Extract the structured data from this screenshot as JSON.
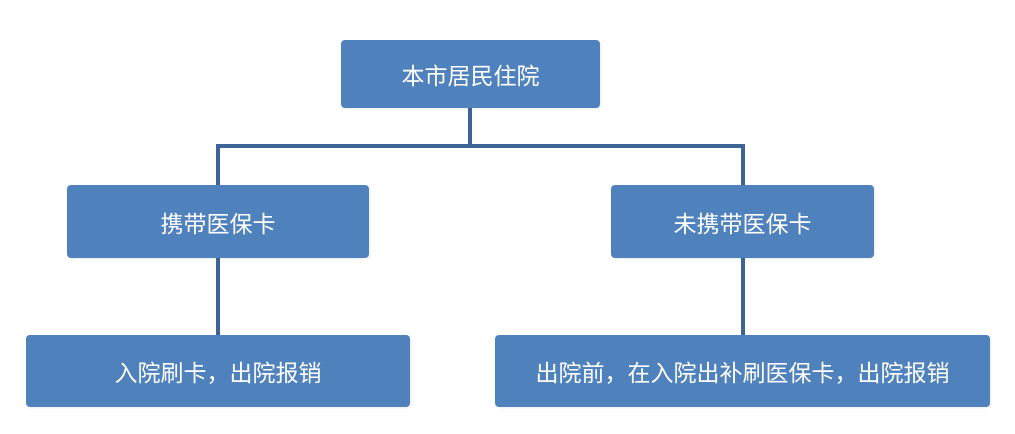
{
  "diagram": {
    "nodes": {
      "root": "本市居民住院",
      "with_card": "携带医保卡",
      "without_card": "未携带医保卡",
      "with_card_step": "入院刷卡，出院报销",
      "without_card_step": "出院前，在入院出补刷医保卡，出院报销"
    },
    "edges": [
      [
        "root",
        "with_card"
      ],
      [
        "root",
        "without_card"
      ],
      [
        "with_card",
        "with_card_step"
      ],
      [
        "without_card",
        "without_card_step"
      ]
    ],
    "colors": {
      "node_fill": "#4f81bd",
      "connector": "#3c6497",
      "text": "#ffffff"
    }
  }
}
